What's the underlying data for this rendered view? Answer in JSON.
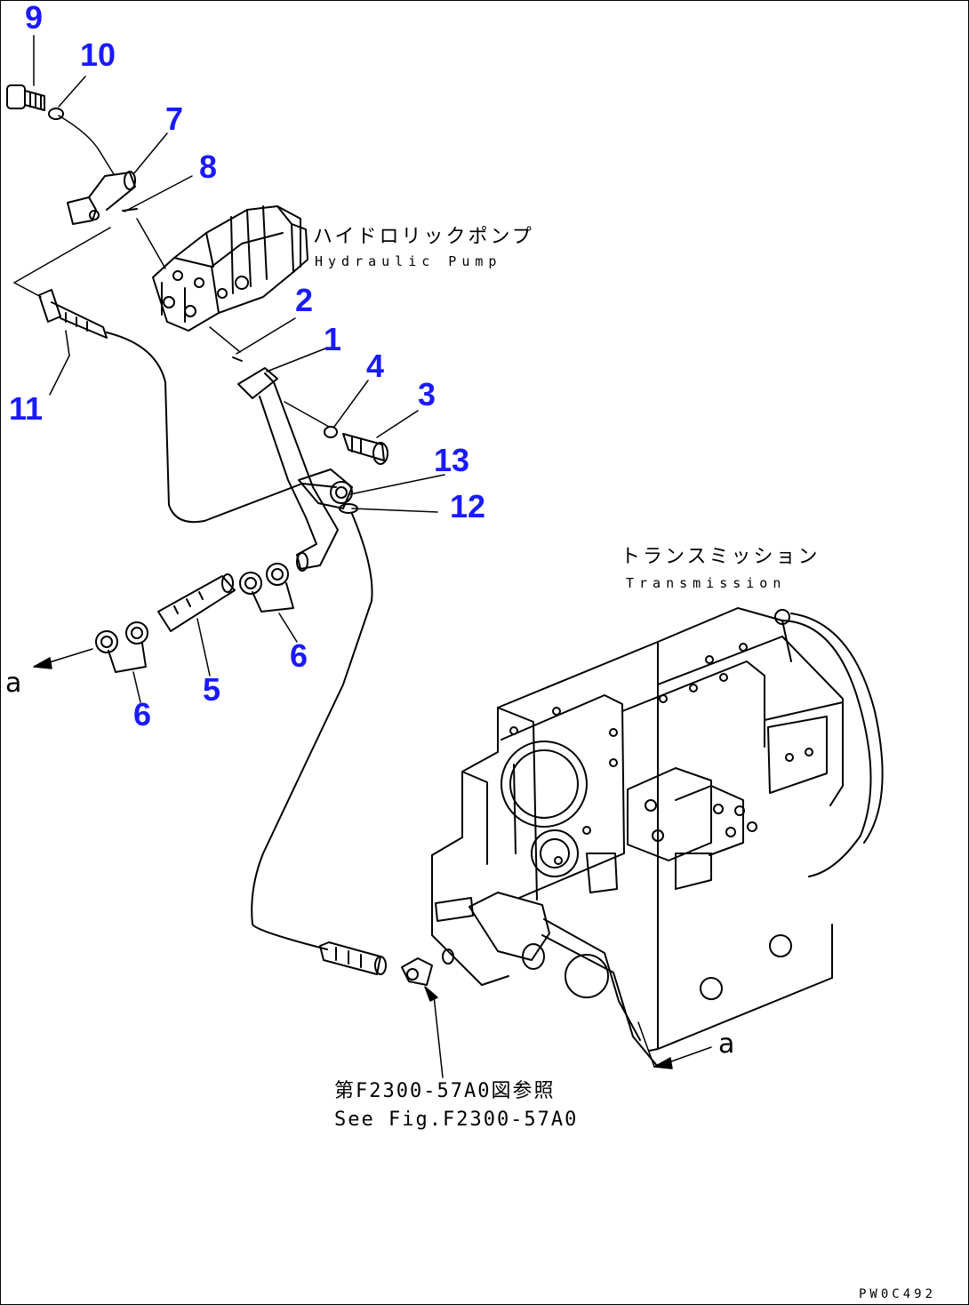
{
  "colors": {
    "label": "#1a1aff",
    "line": "#000000",
    "background": "#ffffff"
  },
  "labels": {
    "p1": "1",
    "p2": "2",
    "p3": "3",
    "p4": "4",
    "p5": "5",
    "p6a": "6",
    "p6b": "6",
    "p7": "7",
    "p8": "8",
    "p9": "9",
    "p10": "10",
    "p11": "11",
    "p12": "12",
    "p13": "13"
  },
  "callouts": {
    "pump_jp": "ハイドロリックポンプ",
    "pump_en": "Hydraulic Pump",
    "transmission_jp": "トランスミッション",
    "transmission_en": "Transmission",
    "ref_jp": "第F2300-57A0図参照",
    "ref_en": "See Fig.F2300-57A0",
    "connector_left": "a",
    "connector_right": "a"
  },
  "drawing_code": "PW0C492"
}
